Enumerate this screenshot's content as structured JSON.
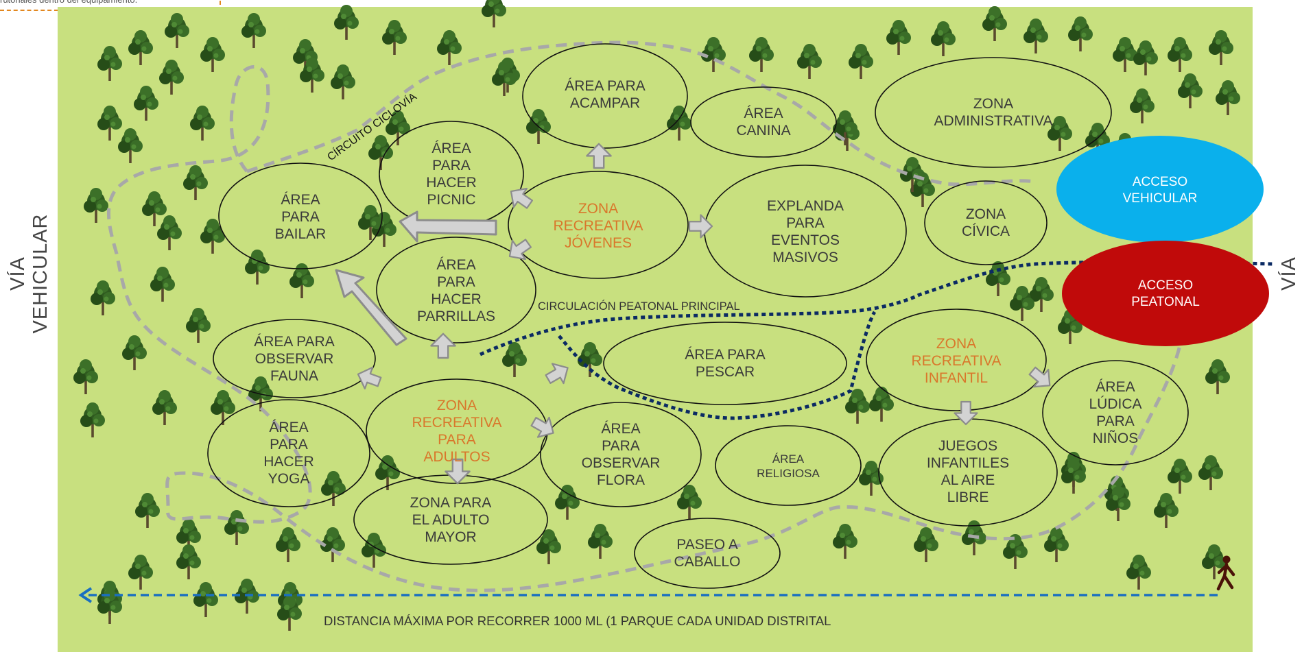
{
  "top_note": "rutonales dentro del equipamiento.",
  "left_road_label": "VÍA VEHICULAR",
  "right_road_label": "VÍA VEHICULAR",
  "ciclovia_label": "CÍRCUITO CICLOVÍA",
  "pedestrian_circulation_label": "CIRCULACIÓN PEATONAL PRINCIPAL",
  "distance_label": "DISTANCIA MÁXIMA POR RECORRER 1000 ML (1 PARQUE CADA UNIDAD DISTRITAL",
  "colors": {
    "park": "#c8e07f",
    "zone_text": "#3a3a3a",
    "zone_highlight_text": "#d9772b",
    "vehicular_access": "#0ab0ec",
    "pedestrian_access": "#c00a0a",
    "ciclovia_path": "#a8a8a8",
    "pedestrian_path": "#0b2a63",
    "distance_arrow": "#1a6fc0"
  },
  "zones": [
    {
      "id": "acampar",
      "lines": [
        "ÁREA PARA",
        "ACAMPAR"
      ]
    },
    {
      "id": "canina",
      "lines": [
        "ÁREA",
        "CANINA"
      ]
    },
    {
      "id": "administrativa",
      "lines": [
        "ZONA",
        "ADMINISTRATIVA"
      ]
    },
    {
      "id": "picnic",
      "lines": [
        "ÁREA",
        "PARA",
        "HACER",
        "PICNIC"
      ]
    },
    {
      "id": "bailar",
      "lines": [
        "ÁREA",
        "PARA",
        "BAILAR"
      ]
    },
    {
      "id": "jovenes",
      "lines": [
        "ZONA",
        "RECREATIVA",
        "JÓVENES"
      ]
    },
    {
      "id": "explanada",
      "lines": [
        "EXPLANDA",
        "PARA",
        "EVENTOS",
        "MASIVOS"
      ]
    },
    {
      "id": "civica",
      "lines": [
        "ZONA",
        "CÍVICA"
      ]
    },
    {
      "id": "parrillas",
      "lines": [
        "ÁREA",
        "PARA",
        "HACER",
        "PARRILLAS"
      ]
    },
    {
      "id": "fauna",
      "lines": [
        "ÁREA PARA",
        "OBSERVAR",
        "FAUNA"
      ]
    },
    {
      "id": "adultos",
      "lines": [
        "ZONA",
        "RECREATIVA",
        "PARA",
        "ADULTOS"
      ]
    },
    {
      "id": "pescar",
      "lines": [
        "ÁREA PARA",
        "PESCAR"
      ]
    },
    {
      "id": "infantil",
      "lines": [
        "ZONA",
        "RECREATIVA",
        "INFANTIL"
      ]
    },
    {
      "id": "ludica",
      "lines": [
        "ÁREA",
        "LÚDICA",
        "PARA",
        "NIÑOS"
      ]
    },
    {
      "id": "yoga",
      "lines": [
        "ÁREA",
        "PARA",
        "HACER",
        "YOGA"
      ]
    },
    {
      "id": "flora",
      "lines": [
        "ÁREA",
        "PARA",
        "OBSERVAR",
        "FLORA"
      ]
    },
    {
      "id": "religiosa",
      "lines": [
        "ÁREA",
        "RELIGIOSA"
      ]
    },
    {
      "id": "juegos",
      "lines": [
        "JUEGOS",
        "INFANTILES",
        "AL AIRE",
        "LIBRE"
      ]
    },
    {
      "id": "adulto-mayor",
      "lines": [
        "ZONA PARA",
        "EL ADULTO",
        "MAYOR"
      ]
    },
    {
      "id": "caballo",
      "lines": [
        "PASEO A",
        "CABALLO"
      ]
    },
    {
      "id": "acceso-vehicular",
      "lines": [
        "ACCESO",
        "VEHICULAR"
      ]
    },
    {
      "id": "acceso-peatonal",
      "lines": [
        "ACCESO",
        "PEATONAL"
      ]
    }
  ]
}
